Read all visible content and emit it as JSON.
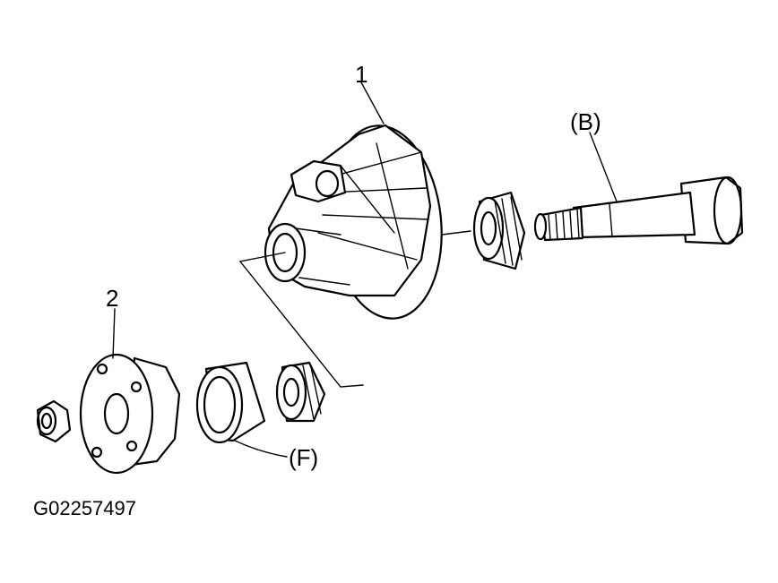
{
  "labels": {
    "part_1": "1",
    "part_2": "2",
    "part_b": "(B)",
    "part_f": "(F)"
  },
  "figure_code": "G02257497"
}
